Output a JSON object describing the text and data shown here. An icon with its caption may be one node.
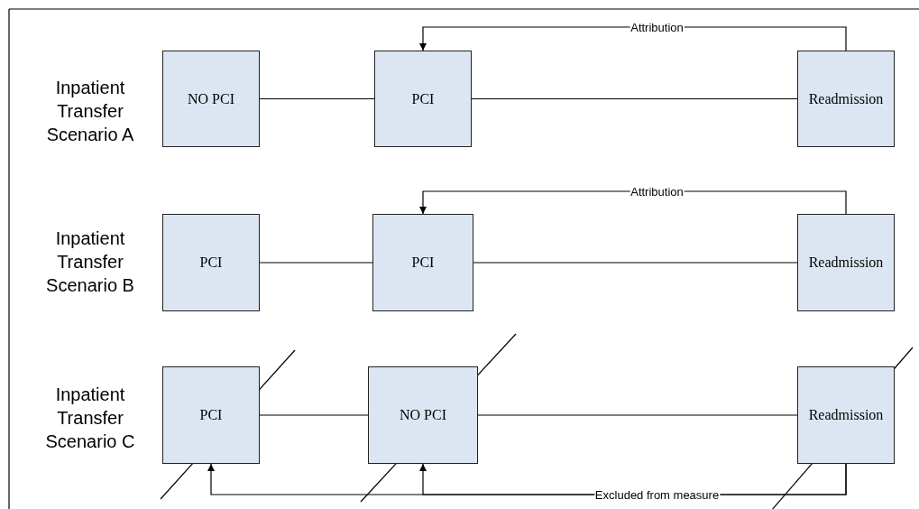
{
  "diagram": {
    "nodes": [
      {
        "text": [
          "NO PCI"
        ]
      },
      {
        "text": [
          "PCI"
        ]
      },
      {
        "text": [
          "Readmission"
        ]
      },
      {
        "text": [
          "PCI"
        ]
      },
      {
        "text": [
          "PCI"
        ]
      },
      {
        "text": [
          "Readmission"
        ]
      },
      {
        "text": [
          "PCI"
        ]
      },
      {
        "text": [
          "NO PCI"
        ]
      },
      {
        "text": [
          "Readmission"
        ]
      }
    ],
    "edges": [
      {
        "from": 0,
        "to": 1,
        "arrow": "none"
      },
      {
        "from": 1,
        "to": 2,
        "arrow": "none"
      },
      {
        "from": 2,
        "to": 1,
        "arrow": "to",
        "label": "Attribution"
      },
      {
        "from": 3,
        "to": 4,
        "arrow": "none"
      },
      {
        "from": 4,
        "to": 5,
        "arrow": "none"
      },
      {
        "from": 5,
        "to": 4,
        "arrow": "to",
        "label": "Attribution"
      },
      {
        "from": 6,
        "to": 7,
        "arrow": "none"
      },
      {
        "from": 7,
        "to": 8,
        "arrow": "none"
      },
      {
        "from": 8,
        "to": 7,
        "arrow": "to",
        "label": "Excluded from measure"
      },
      {
        "from": 8,
        "to": 6,
        "arrow": "to"
      }
    ],
    "labels": [
      "Inpatient Transfer Scenario A",
      "Inpatient Transfer Scenario B",
      "Inpatient Transfer Scenario C"
    ]
  }
}
